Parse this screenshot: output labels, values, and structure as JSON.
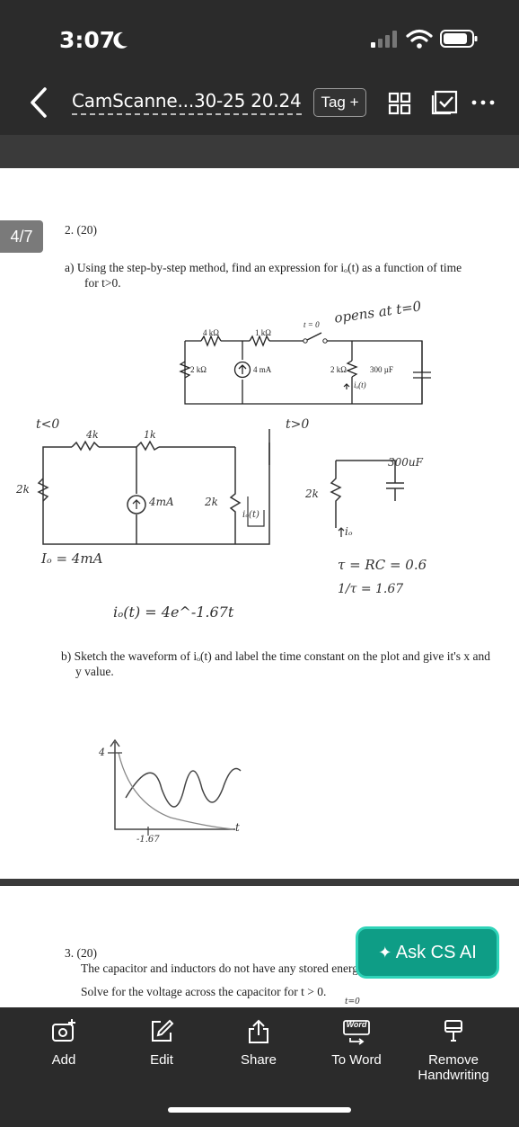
{
  "status": {
    "time": "3:07"
  },
  "appbar": {
    "title": "CamScanne...30-25 20.24",
    "tag_label": "Tag +"
  },
  "viewer": {
    "page_indicator": "4/7"
  },
  "page1": {
    "problem": "2. (20)",
    "part_a_line1": "a) Using the step-by-step method, find an expression for iₒ(t) as a function of time",
    "part_a_line2": "for t>0.",
    "circuit": {
      "r1": "4 kΩ",
      "r2": "1 kΩ",
      "r3": "2 kΩ",
      "source": "4 mA",
      "r4": "2 kΩ",
      "cap": "300 µF",
      "current": "iₒ(t)",
      "switch": "t = 0"
    },
    "hand": {
      "opens": "opens at t=0",
      "t_lt0": "t<0",
      "t_gt0": "t>0",
      "h4k": "4k",
      "h1k": "1k",
      "h2k_left": "2k",
      "h4ma": "4mA",
      "h2k_mid": "2k",
      "hio_t": "iₒ(t)",
      "io4": "Iₒ = 4mA",
      "h2k_right": "2k",
      "h300uf": "300uF",
      "hio": "iₒ",
      "tau": "τ = RC = 0.6",
      "inv_tau": "1/τ = 1.67",
      "io_expr": "iₒ(t) = 4e^-1.67t",
      "y4": "4",
      "x167": "-1.67",
      "taxis": "t"
    },
    "part_b_line1": "b) Sketch the waveform of iₒ(t) and label the time constant on the plot and give it's x and",
    "part_b_line2": "y value."
  },
  "page2": {
    "problem": "3. (20)",
    "line1": "The capacitor and inductors do not have any stored energy",
    "line2": "Solve for the voltage across the capacitor for t > 0.",
    "hand_t0": "t=0"
  },
  "ask_button": "Ask CS AI",
  "toolbar": {
    "add": "Add",
    "edit": "Edit",
    "share": "Share",
    "to_word": "To Word",
    "word_badge": "Word",
    "remove_line1": "Remove",
    "remove_line2": "Handwriting"
  },
  "colors": {
    "accent": "#0e9d86",
    "accent_border": "#2fd3b8",
    "background": "#2b2b2b"
  }
}
